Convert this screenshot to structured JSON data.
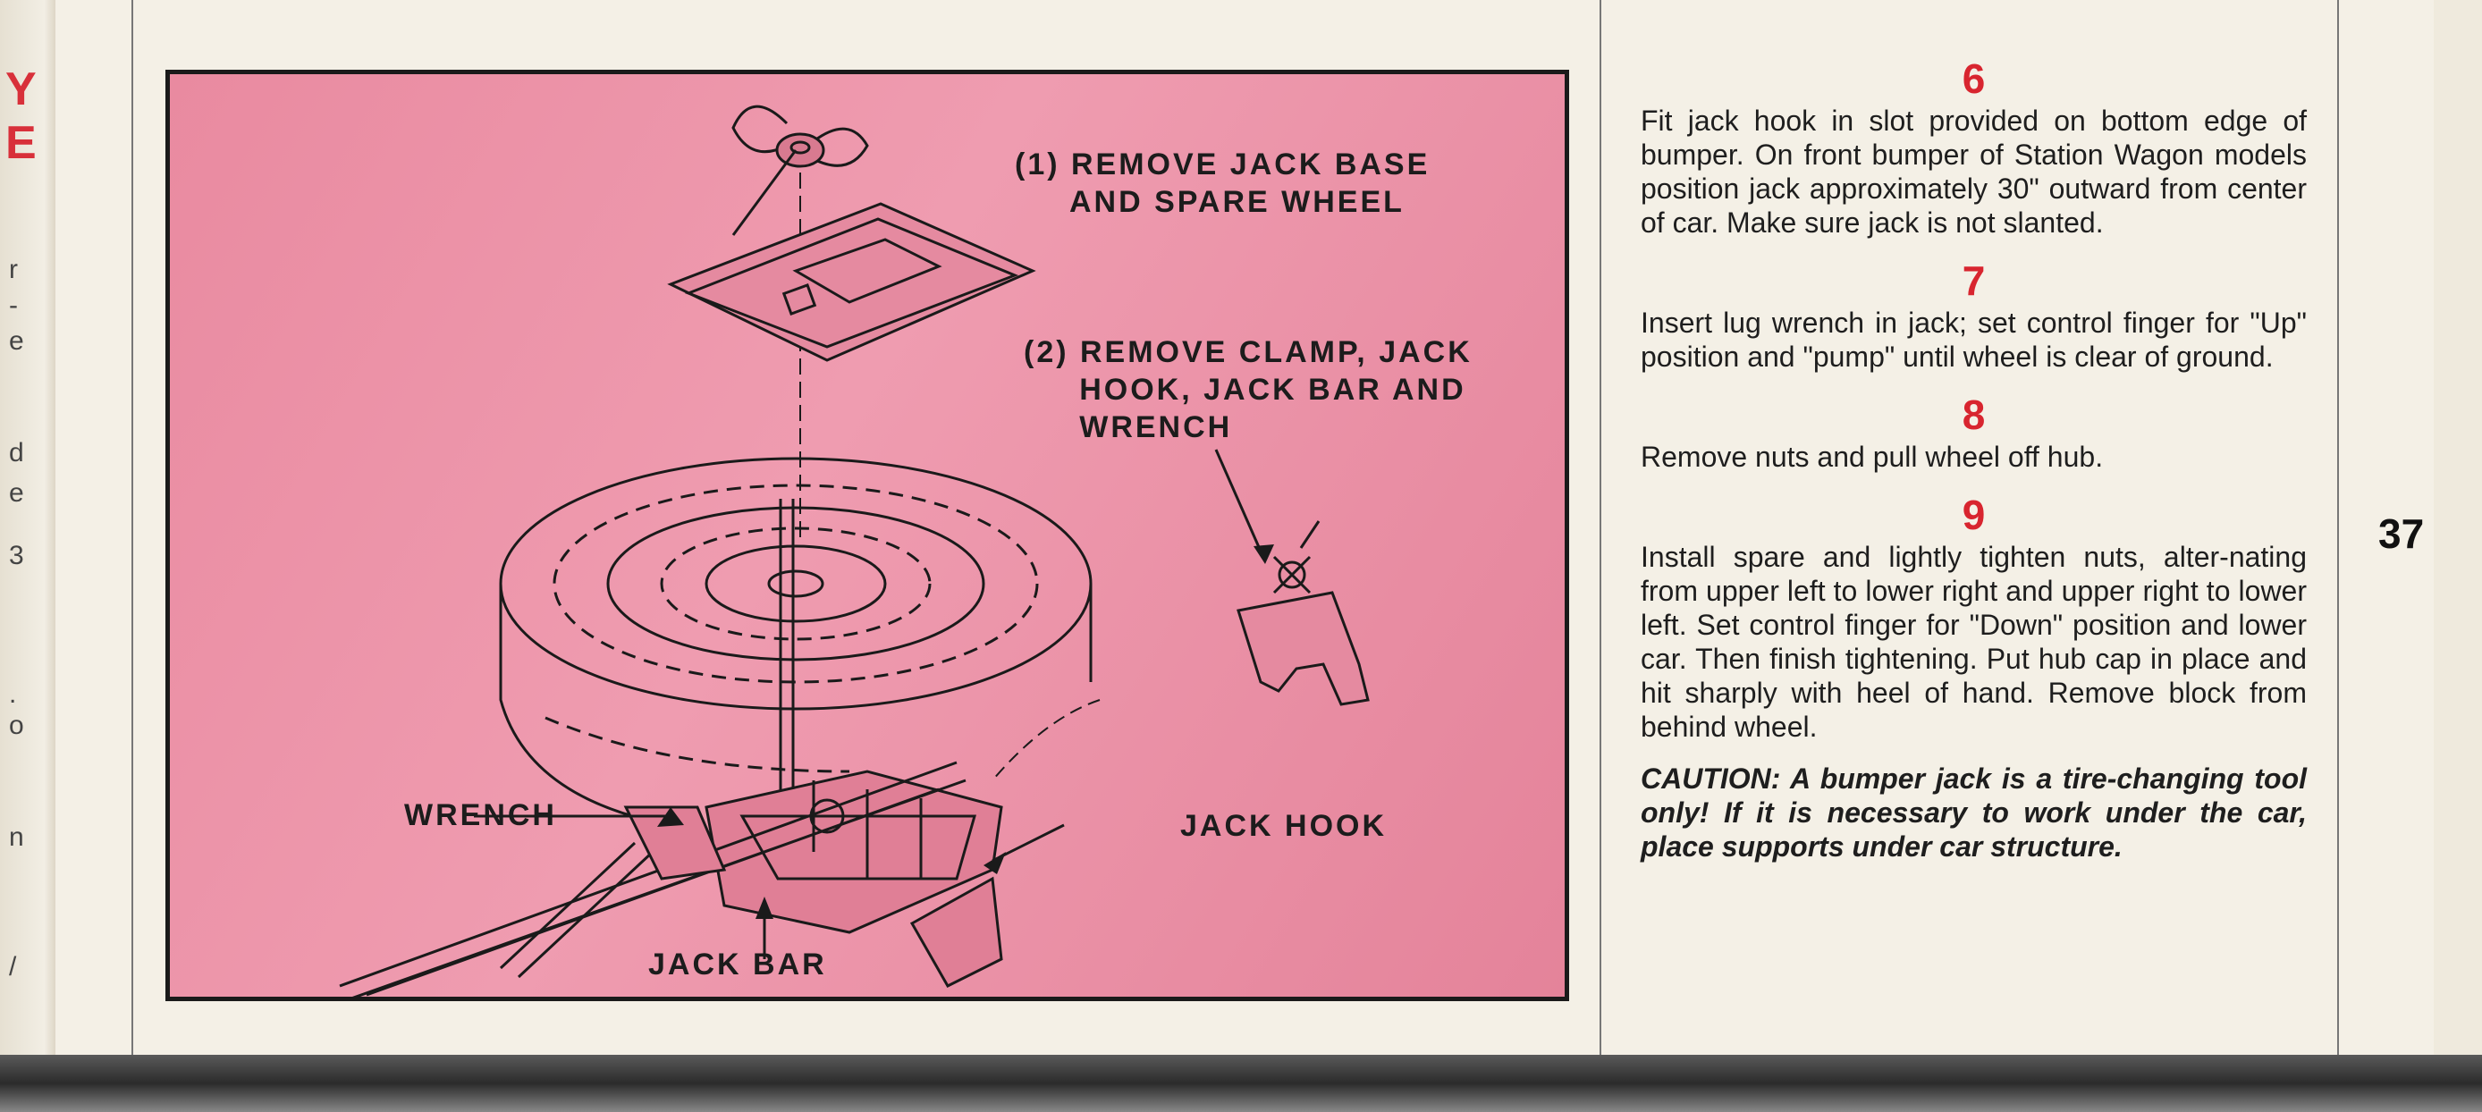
{
  "prev_page": {
    "marks": [
      "Y",
      "E"
    ],
    "fragments": [
      "r",
      "-",
      "e",
      "d",
      "e",
      "3",
      ".",
      "o",
      "n",
      "/"
    ]
  },
  "figure": {
    "callouts": {
      "remove_jack_base": "(1) REMOVE JACK BASE\n     AND SPARE WHEEL",
      "remove_clamp": "(2) REMOVE CLAMP, JACK\n     HOOK, JACK BAR AND\n     WRENCH",
      "wrench": "WRENCH",
      "jack_hook": "JACK HOOK",
      "jack_bar": "JACK BAR"
    },
    "colors": {
      "background": "#ec92a8",
      "ink": "#1a1a1a"
    }
  },
  "steps": [
    {
      "number": "6",
      "text": "Fit jack hook in slot provided on bottom edge of bumper. On front bumper of Station Wagon models position jack approximately 30\" outward from center of car. Make sure jack is not slanted."
    },
    {
      "number": "7",
      "text": "Insert lug wrench in jack; set control finger for \"Up\" position and \"pump\" until wheel is clear of ground."
    },
    {
      "number": "8",
      "text": "Remove nuts and pull wheel off hub."
    },
    {
      "number": "9",
      "text": "Install spare and lightly tighten nuts, alter-nating from upper left to lower right and upper right to lower left. Set control finger for \"Down\" position and lower car. Then finish tightening. Put hub cap in place and hit sharply with heel of hand. Remove block from behind wheel."
    }
  ],
  "caution": "CAUTION: A bumper jack is a tire-changing tool only! If it is necessary to work under the car, place supports under car structure.",
  "page_number": "37",
  "accent_color": "#d8252f"
}
